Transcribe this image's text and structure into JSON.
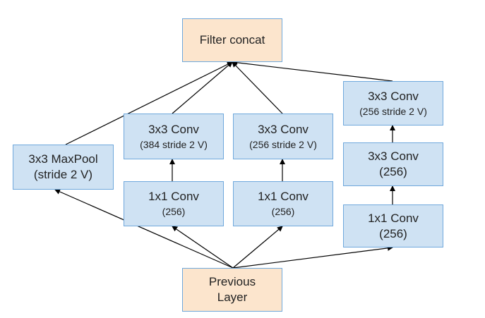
{
  "nodes": {
    "filter_concat": {
      "line1": "Filter concat"
    },
    "maxpool": {
      "line1": "3x3 MaxPool",
      "line2": "(stride 2 V)"
    },
    "b1_conv3": {
      "line1": "3x3 Conv",
      "line2": "(384 stride 2 V)"
    },
    "b1_conv1": {
      "line1": "1x1 Conv",
      "line2": "(256)"
    },
    "b2_conv3": {
      "line1": "3x3 Conv",
      "line2": "(256 stride 2 V)"
    },
    "b2_conv1": {
      "line1": "1x1 Conv",
      "line2": "(256)"
    },
    "b3_conv3b": {
      "line1": "3x3 Conv",
      "line2": "(256 stride 2 V)"
    },
    "b3_conv3a": {
      "line1": "3x3 Conv",
      "line2": "(256)"
    },
    "b3_conv1": {
      "line1": "1x1 Conv",
      "line2": "(256)"
    },
    "previous": {
      "line1": "Previous",
      "line2": "Layer"
    }
  },
  "colors": {
    "box_fill": "#cfe2f3",
    "io_fill": "#fce5cd",
    "border": "#6fa8dc",
    "arrow": "#000000"
  }
}
